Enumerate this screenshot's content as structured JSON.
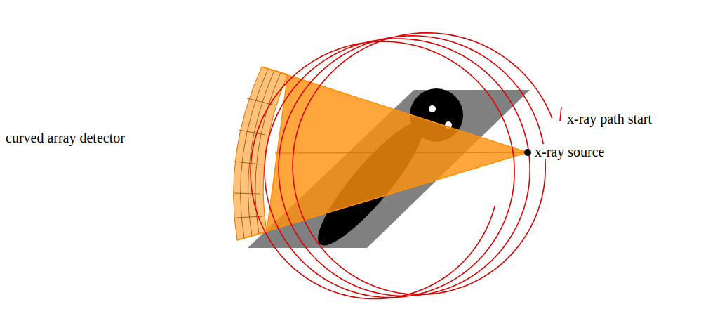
{
  "diagram": {
    "labels": [
      "curved array detector",
      "x-ray path start",
      "x-ray source"
    ]
  }
}
